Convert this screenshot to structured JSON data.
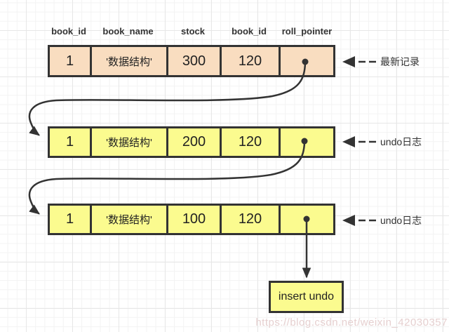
{
  "columns": [
    "book_id",
    "book_name",
    "stock",
    "book_id",
    "roll_pointer"
  ],
  "rows": [
    {
      "type": "latest",
      "cells": [
        "1",
        "'数据结构'",
        "300",
        "120",
        ""
      ],
      "pointer_label": "最新记录"
    },
    {
      "type": "undo",
      "cells": [
        "1",
        "'数据结构'",
        "200",
        "120",
        ""
      ],
      "pointer_label": "undo日志"
    },
    {
      "type": "undo",
      "cells": [
        "1",
        "'数据结构'",
        "100",
        "120",
        ""
      ],
      "pointer_label": "undo日志"
    }
  ],
  "insert_box": {
    "label": "insert undo"
  },
  "watermark": {
    "text": "https://blog.csdn.net/weixin_42030357"
  },
  "icons": {
    "roll_pointer_dot": "filled-circle",
    "version_chain_arrow": "curved-arrow",
    "row_pointer": "left-triangle-with-dashes"
  },
  "colors": {
    "latest_row": "#f9ddc0",
    "undo_row": "#fbfb8f",
    "border": "#333333",
    "watermark": "#e6d0d0"
  }
}
